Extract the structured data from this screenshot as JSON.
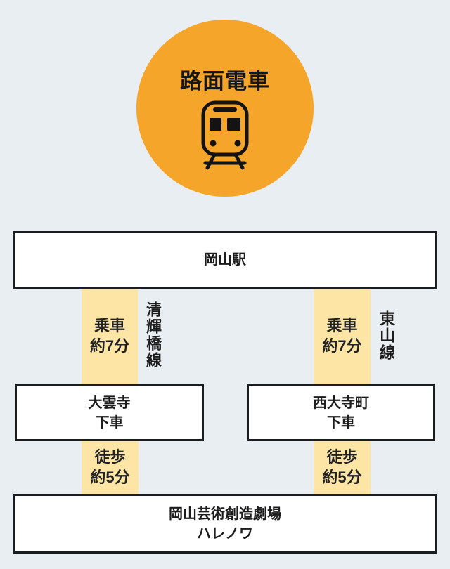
{
  "badge": {
    "label": "路面電車",
    "icon": "tram-front-icon"
  },
  "stations": {
    "origin": "岡山駅",
    "destination": "岡山芸術創造劇場\nハレノワ"
  },
  "routes": {
    "left": {
      "ride_label": "乗車\n約7分",
      "line_name": "清輝橋線",
      "station": "大雲寺\n下車",
      "walk_label": "徒歩\n約5分"
    },
    "right": {
      "ride_label": "乗車\n約7分",
      "line_name": "東山線",
      "station": "西大寺町\n下車",
      "walk_label": "徒歩\n約5分"
    }
  },
  "colors": {
    "background": "#E9EEF2",
    "badge_fill": "#F6A52B",
    "segment_fill": "#FCE5A5",
    "box_border": "#1A1D21",
    "text": "#1D1D1D"
  }
}
